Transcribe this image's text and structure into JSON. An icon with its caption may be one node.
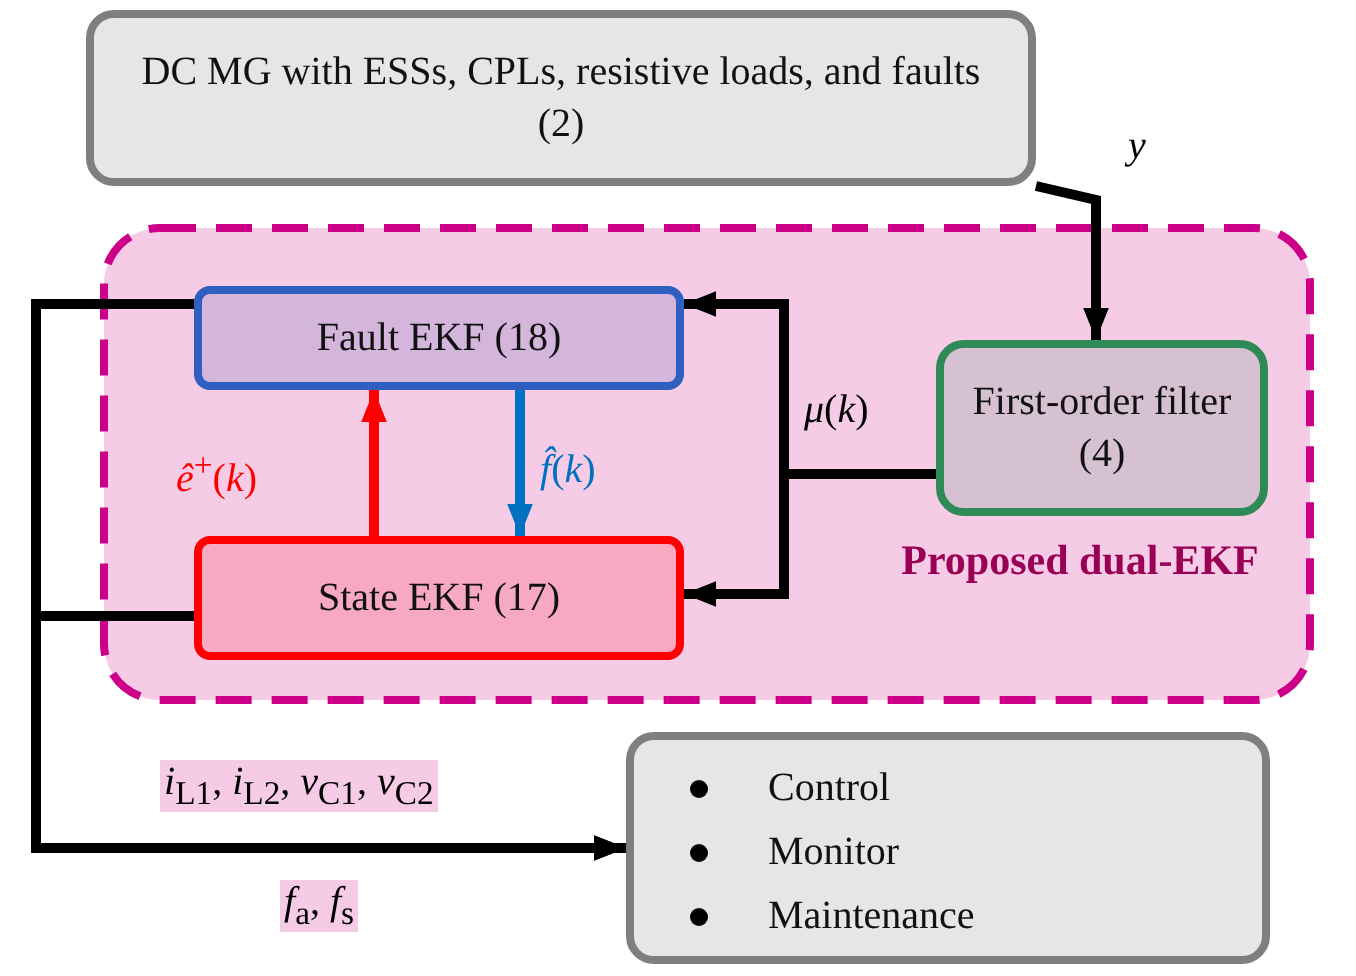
{
  "diagram": {
    "nodes": [
      {
        "text": [
          "DC MG with ESSs, CPLs, resistive loads, and faults (2)"
        ]
      },
      {
        "text": [
          "Proposed dual-EKF"
        ]
      },
      {
        "text": [
          "Fault EKF (18)"
        ],
        "in": 1
      },
      {
        "text": [
          "State EKF (17)"
        ],
        "in": 1
      },
      {
        "text": [
          "First-order filter (4)"
        ],
        "in": 1
      },
      {
        "text": [
          "Control",
          "Monitor",
          "Maintenance"
        ]
      }
    ],
    "edges": [
      {
        "from": 0,
        "to": 4,
        "arrow": "to",
        "label": "*y*"
      },
      {
        "from": 4,
        "to": 2,
        "arrow": "to",
        "label": "*μ*(*k*)"
      },
      {
        "from": 4,
        "to": 3,
        "arrow": "to"
      },
      {
        "from": 3,
        "to": 2,
        "arrow": "to",
        "label": "*ê*$^{+}$(*k*)",
        "color": "#ff0000"
      },
      {
        "from": 2,
        "to": 3,
        "arrow": "to",
        "label": "*f̂*(*k*)",
        "color": "#0070c0"
      },
      {
        "from": 3,
        "to": 5,
        "arrow": "to",
        "label": "*i*$_{L1}$, *i*$_{L2}$, *v*$_{C1}$, *v*$_{C2}$"
      },
      {
        "from": 2,
        "to": 5,
        "arrow": "to",
        "label": "*f*$_{a}$, *f*$_{s}$"
      }
    ]
  }
}
